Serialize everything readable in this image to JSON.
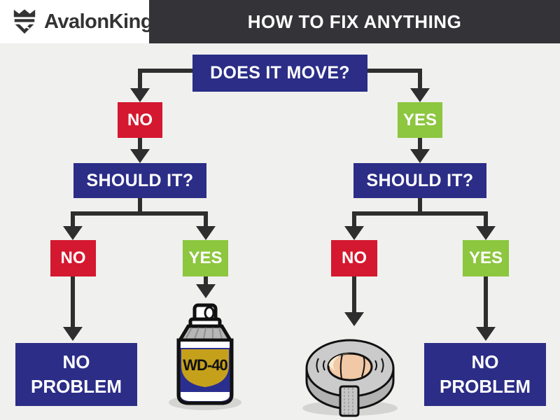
{
  "header": {
    "brand": "AvalonKing",
    "title": "HOW TO FIX ANYTHING",
    "logo_icon": "crown-icon"
  },
  "colors": {
    "background": "#f0f0ee",
    "panel": "#ffffff",
    "header_bar": "#343438",
    "navy": "#2b2d87",
    "red": "#d4182f",
    "green": "#8dc63f",
    "arrow": "#2e2e2e",
    "text_dark": "#333333",
    "text_light": "#ffffff",
    "wd40_blue": "#2a2e8f",
    "wd40_yellow": "#c5a11b",
    "tape_gray": "#c9c9c9",
    "tape_core_peach": "#f2c9a6"
  },
  "flowchart": {
    "nodes": {
      "root": "DOES IT MOVE?",
      "move_no": "NO",
      "move_yes": "YES",
      "should_left": "SHOULD IT?",
      "should_right": "SHOULD IT?",
      "should_left_no": "NO",
      "should_left_yes": "YES",
      "should_right_no": "NO",
      "should_right_yes": "YES",
      "result_left": "NO PROBLEM",
      "result_right": "NO PROBLEM"
    },
    "wd40_label": "WD-40",
    "illustrations": [
      "wd40-spray-can",
      "duct-tape-roll"
    ]
  }
}
